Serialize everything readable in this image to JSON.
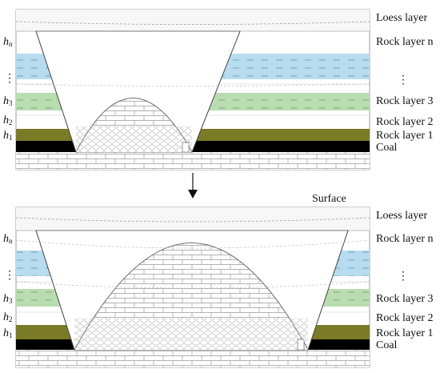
{
  "colors": {
    "blue_band": "#b7dcef",
    "green_band": "#b9dcb0",
    "olive_band": "#7b7a26",
    "coal": "#000000",
    "loess": "#f6f6f6",
    "line": "#555555"
  },
  "labels": {
    "loess": "Loess layer",
    "rock_n": "Rock layer n",
    "dots": "⋮",
    "rock_3": "Rock layer 3",
    "rock_2": "Rock layer 2",
    "rock_1": "Rock layer 1",
    "coal": "Coal",
    "surface": "Surface"
  },
  "heights": {
    "h_letter": "h",
    "n": "n",
    "three": "3",
    "two": "2",
    "one": "1",
    "dots": "⋮"
  },
  "arrow": "↓"
}
